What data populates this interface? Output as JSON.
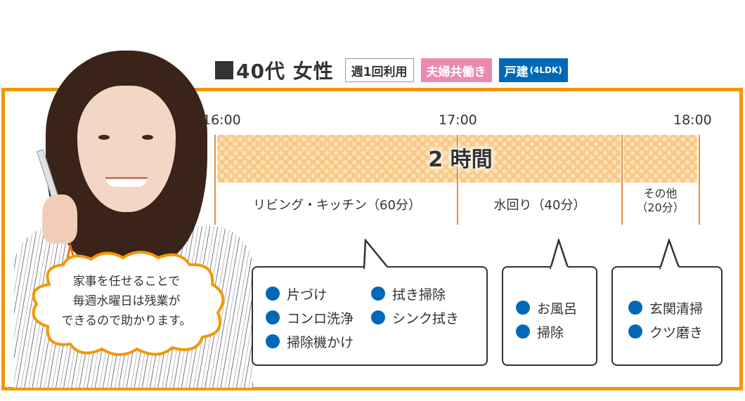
{
  "header": {
    "title": "40代 女性",
    "tags": [
      {
        "label": "週1回利用",
        "style": "outline"
      },
      {
        "label": "夫婦共働き",
        "style": "pink",
        "color": "#eb8ab0"
      },
      {
        "label": "戸建",
        "sub": "(4LDK)",
        "style": "blue",
        "color": "#0068b7"
      }
    ]
  },
  "colors": {
    "frame": "#f39800",
    "bar": "#f8c987",
    "divider": "#ec8a3c",
    "bullet": "#0068b7"
  },
  "testimonial": {
    "lines": [
      "家事を任せることで",
      "毎週水曜日は残業が",
      "できるので助かります。"
    ]
  },
  "timeline": {
    "ticks": [
      "16:00",
      "17:00",
      "18:00"
    ],
    "total": "2 時間",
    "segments": [
      {
        "label": "リビング・キッチン（60分）",
        "minutes": 60
      },
      {
        "label": "水回り（40分）",
        "minutes": 40
      },
      {
        "label_line1": "その他",
        "label_line2": "（20分）",
        "minutes": 20
      }
    ]
  },
  "task_boxes": [
    {
      "segment": "リビング・キッチン",
      "items": [
        "片づけ",
        "拭き掃除",
        "コンロ洗浄",
        "シンク拭き",
        "掃除機かけ"
      ]
    },
    {
      "segment": "水回り",
      "items": [
        "お風呂",
        "掃除"
      ]
    },
    {
      "segment": "その他",
      "items": [
        "玄関清掃",
        "クツ磨き"
      ]
    }
  ]
}
